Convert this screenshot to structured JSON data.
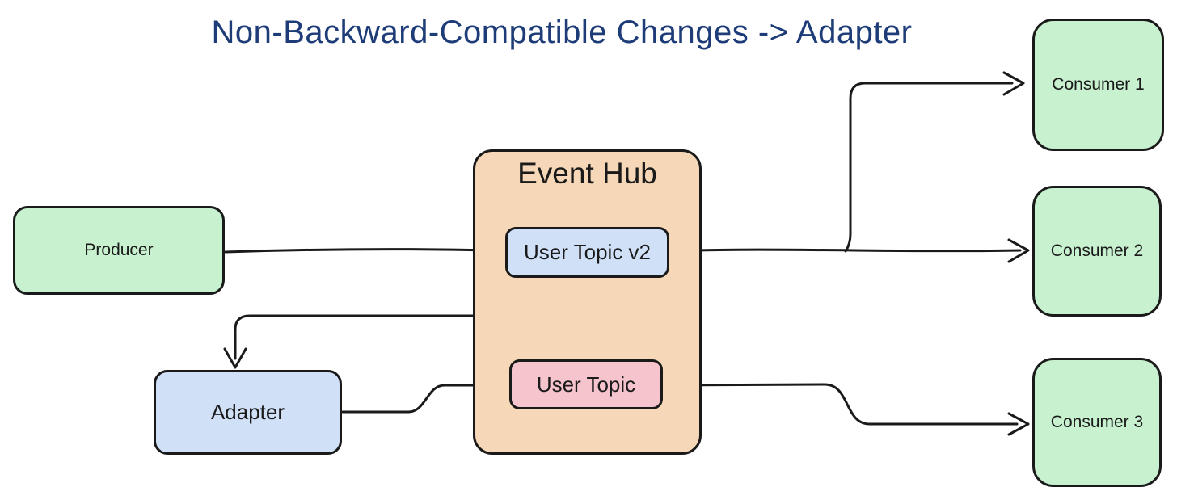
{
  "title": {
    "text": "Non-Backward-Compatible Changes -> Adapter",
    "color": "#1d3c78"
  },
  "colors": {
    "background": "#ffffff",
    "node_border": "#1a1a1a",
    "arrow": "#1a1a1a",
    "green": "#c8f1d0",
    "peach": "#f6d7b7",
    "blue": "#cfe0f7",
    "pink": "#f5c4cc",
    "label_text": "#1a1a1a"
  },
  "nodes": {
    "producer": {
      "label": "Producer",
      "fill": "#c8f1d0"
    },
    "event_hub": {
      "label": "Event Hub",
      "fill": "#f6d7b7"
    },
    "user_topic_v2": {
      "label": "User Topic v2",
      "fill": "#cfe0f7"
    },
    "user_topic": {
      "label": "User Topic",
      "fill": "#f5c4cc"
    },
    "adapter": {
      "label": "Adapter",
      "fill": "#cfe0f7"
    },
    "consumer_1": {
      "label": "Consumer 1",
      "fill": "#c8f1d0"
    },
    "consumer_2": {
      "label": "Consumer 2",
      "fill": "#c8f1d0"
    },
    "consumer_3": {
      "label": "Consumer 3",
      "fill": "#c8f1d0"
    }
  },
  "edges": [
    {
      "from": "Producer",
      "to": "User Topic v2"
    },
    {
      "from": "User Topic v2",
      "to": "Consumer 1"
    },
    {
      "from": "User Topic v2",
      "to": "Consumer 2"
    },
    {
      "from": "User Topic v2",
      "to": "Adapter"
    },
    {
      "from": "Adapter",
      "to": "User Topic"
    },
    {
      "from": "User Topic",
      "to": "Consumer 3"
    }
  ]
}
